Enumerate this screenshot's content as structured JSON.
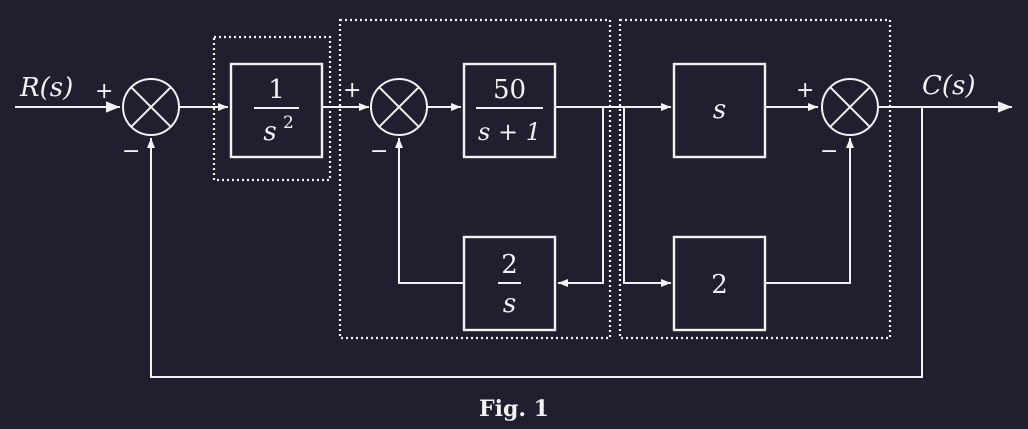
{
  "input": {
    "label": "R(s)"
  },
  "output": {
    "label": "C(s)"
  },
  "blocks": {
    "g1": {
      "numerator": "1",
      "denominator_base": "s",
      "denominator_exp": "2"
    },
    "g2": {
      "numerator": "50",
      "denominator": "s + 1"
    },
    "h1": {
      "numerator": "2",
      "denominator": "s"
    },
    "g3": {
      "expression": "s"
    },
    "g4": {
      "expression": "2"
    }
  },
  "summing_junctions": {
    "sj1": {
      "plus": "+",
      "minus": "−"
    },
    "sj2": {
      "plus": "+",
      "minus": "−"
    },
    "sj3": {
      "plus": "+",
      "minus": "−"
    }
  },
  "caption": "Fig. 1",
  "colors": {
    "background": "#1f1f2f",
    "foreground": "#f2f2f2"
  }
}
